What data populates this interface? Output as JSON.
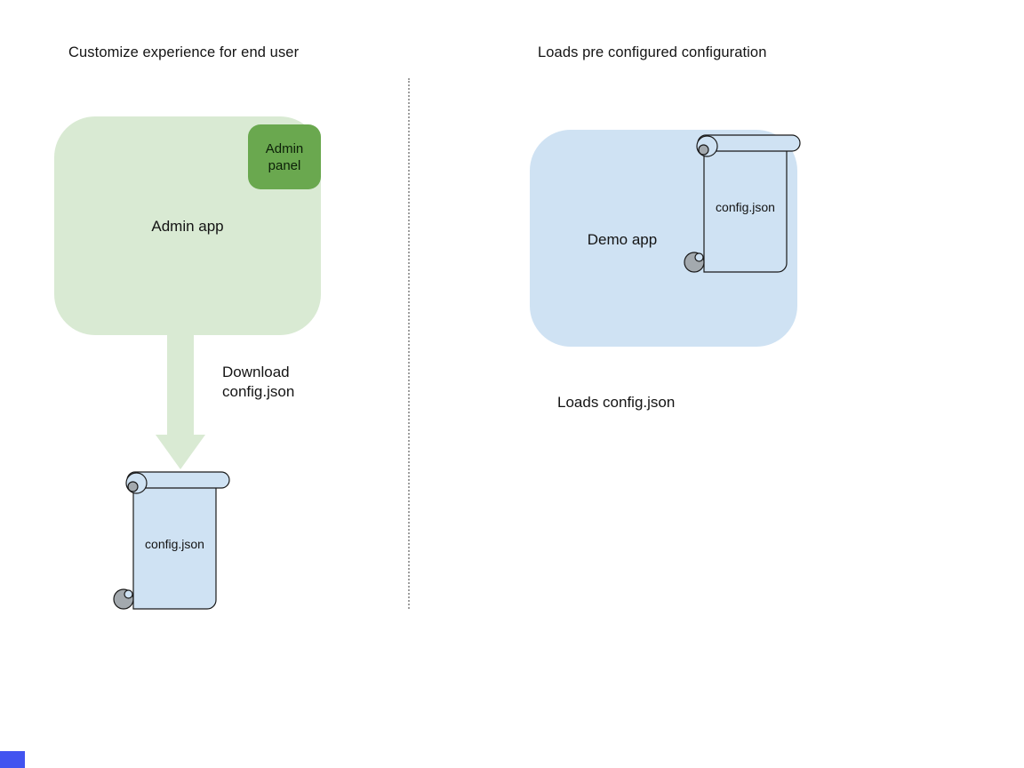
{
  "left_section": {
    "title": "Customize experience for end user",
    "admin_app_label": "Admin app",
    "admin_panel_label": "Admin panel",
    "arrow_label_line1": "Download",
    "arrow_label_line2": "config.json",
    "config_file_label": "config.json"
  },
  "right_section": {
    "title": "Loads pre configured configuration",
    "demo_app_label": "Demo app",
    "config_file_label": "config.json",
    "caption": "Loads config.json"
  },
  "colors": {
    "admin_app_fill": "#d9ead3",
    "admin_panel_fill": "#6aa84f",
    "arrow_fill": "#d9ead3",
    "demo_app_fill": "#cfe2f3",
    "scroll_fill": "#cfe2f3",
    "scroll_curl_fill": "#a3a9ae",
    "shape_stroke": "#1a1a1a",
    "divider_color": "#9e9e9e",
    "corner_square_fill": "#4254f0",
    "text_color": "#141414"
  },
  "icons": {
    "scroll_shape": "scroll-document-shape",
    "arrow_shape": "down-arrow"
  }
}
